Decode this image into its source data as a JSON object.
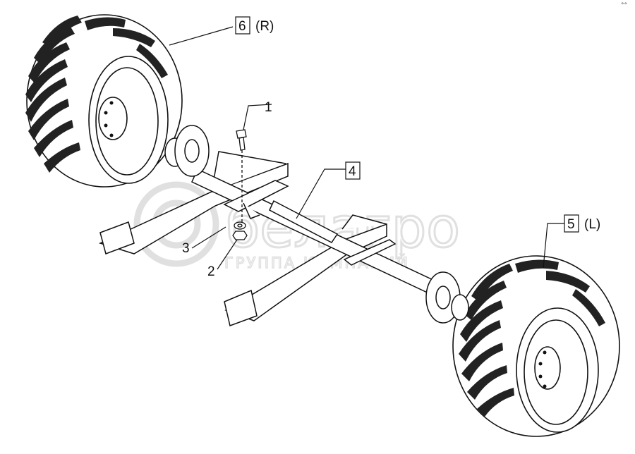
{
  "watermark": {
    "brand": "белагро",
    "tagline": "ГРУППА КОМПАНИЙ",
    "color": "#d0d0d0"
  },
  "corner_mark": "°°",
  "callouts": [
    {
      "id": "1",
      "number": "1",
      "boxed": false,
      "suffix": ""
    },
    {
      "id": "2",
      "number": "2",
      "boxed": false,
      "suffix": ""
    },
    {
      "id": "3",
      "number": "3",
      "boxed": false,
      "suffix": ""
    },
    {
      "id": "4",
      "number": "4",
      "boxed": true,
      "suffix": ""
    },
    {
      "id": "5",
      "number": "5",
      "boxed": true,
      "suffix": "(L)"
    },
    {
      "id": "6",
      "number": "6",
      "boxed": true,
      "suffix": "(R)"
    }
  ],
  "colors": {
    "line": "#111111",
    "fill": "#ffffff",
    "tread": "#222222"
  }
}
